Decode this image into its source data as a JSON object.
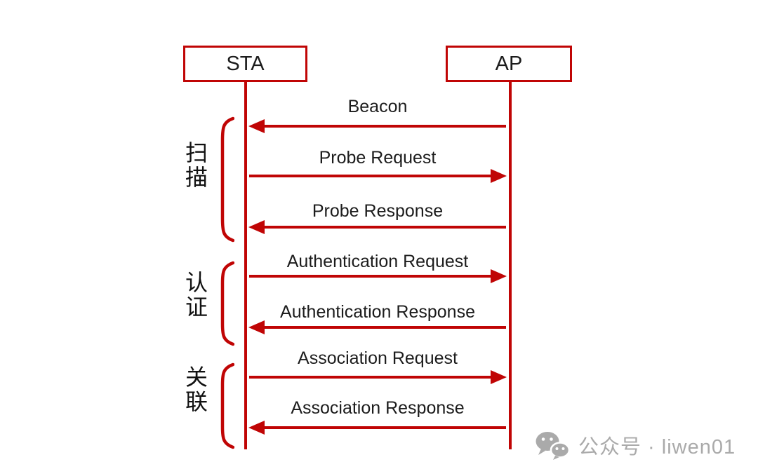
{
  "diagram": {
    "actors": [
      {
        "label": "STA"
      },
      {
        "label": "AP"
      }
    ],
    "phases": [
      {
        "label": "扫描",
        "covers": [
          "Beacon",
          "Probe Request",
          "Probe Response"
        ]
      },
      {
        "label": "认证",
        "covers": [
          "Authentication Request",
          "Authentication Response"
        ]
      },
      {
        "label": "关联",
        "covers": [
          "Association Request",
          "Association Response"
        ]
      }
    ],
    "messages": [
      {
        "label": "Beacon",
        "from": "AP",
        "to": "STA",
        "direction": "left"
      },
      {
        "label": "Probe Request",
        "from": "STA",
        "to": "AP",
        "direction": "right"
      },
      {
        "label": "Probe Response",
        "from": "AP",
        "to": "STA",
        "direction": "left"
      },
      {
        "label": "Authentication Request",
        "from": "STA",
        "to": "AP",
        "direction": "right"
      },
      {
        "label": "Authentication Response",
        "from": "AP",
        "to": "STA",
        "direction": "left"
      },
      {
        "label": "Association Request",
        "from": "STA",
        "to": "AP",
        "direction": "right"
      },
      {
        "label": "Association Response",
        "from": "AP",
        "to": "STA",
        "direction": "left"
      }
    ]
  },
  "watermark": {
    "icon": "wechat-icon",
    "text": "公众号 · liwen01"
  },
  "colors": {
    "accent": "#c00505",
    "text": "#1c1c1c",
    "watermark_gray": "#aaaaaa",
    "background": "#ffffff"
  }
}
